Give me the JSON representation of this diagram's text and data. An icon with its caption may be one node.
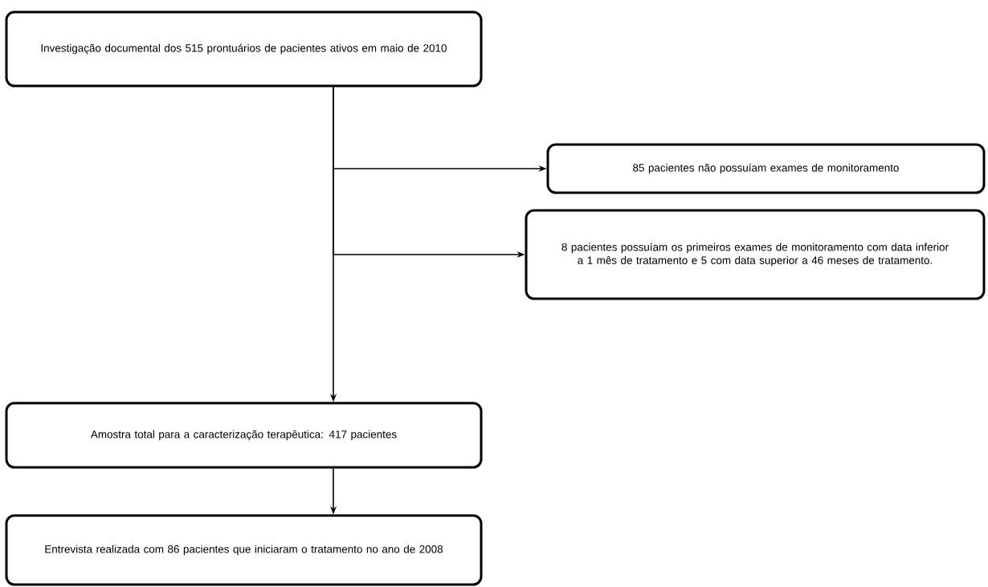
{
  "diagram": {
    "nodes": [
      {
        "text": [
          "Investigação documental dos 515 prontuários de pacientes ativos em maio de 2010"
        ]
      },
      {
        "text": [
          "85 pacientes não possuíam exames de monitoramento"
        ]
      },
      {
        "text": [
          "8 pacientes possuíam os primeiros exames de monitoramento com data inferior a 1 mês de tratamento e 5 com data superior a 46 meses de tratamento."
        ]
      },
      {
        "text": [
          "Amostra total para a caracterização terapêutica: 417 pacientes"
        ]
      },
      {
        "text": [
          "Entrevista realizada com 86 pacientes que iniciaram o tratamento no ano de 2008"
        ]
      }
    ],
    "edges": [
      {
        "from": 0,
        "to": 1,
        "arrow": "to"
      },
      {
        "from": 0,
        "to": 2,
        "arrow": "to"
      },
      {
        "from": 0,
        "to": 3,
        "arrow": "to"
      },
      {
        "from": 3,
        "to": 4,
        "arrow": "to"
      }
    ]
  }
}
